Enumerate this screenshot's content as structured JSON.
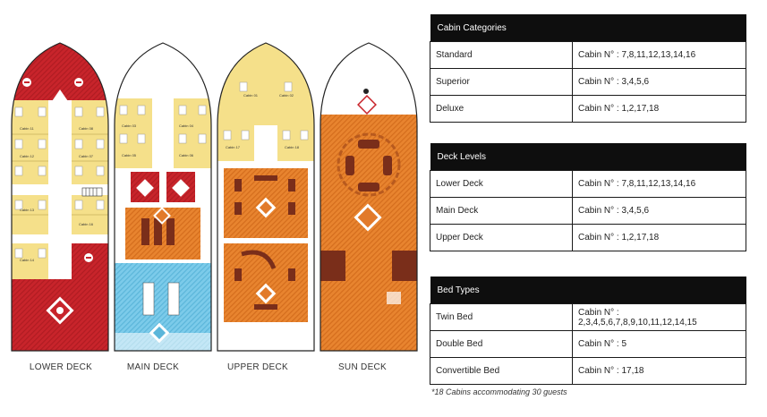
{
  "decks": [
    {
      "id": "lower",
      "label": "LOWER DECK"
    },
    {
      "id": "main",
      "label": "MAIN DECK"
    },
    {
      "id": "upper",
      "label": "UPPER DECK"
    },
    {
      "id": "sun",
      "label": "SUN DECK"
    }
  ],
  "cabin_labels": {
    "lower": [
      "Cabin 11",
      "Cabin 12",
      "Cabin 13",
      "Cabin 14",
      "Cabin 16",
      "Cabin 07",
      "Cabin 08"
    ],
    "main": [
      "Cabin 03",
      "Cabin 04",
      "Cabin 05",
      "Cabin 06"
    ],
    "upper": [
      "Cabin 01",
      "Cabin 02",
      "Cabin 17",
      "Cabin 18"
    ]
  },
  "tables": [
    {
      "header": "Cabin Categories",
      "rows": [
        {
          "label": "Standard",
          "value": "Cabin N° : 7,8,11,12,13,14,16"
        },
        {
          "label": "Superior",
          "value": "Cabin N° : 3,4,5,6"
        },
        {
          "label": "Deluxe",
          "value": "Cabin N° : 1,2,17,18"
        }
      ]
    },
    {
      "header": "Deck Levels",
      "rows": [
        {
          "label": "Lower Deck",
          "value": "Cabin N° : 7,8,11,12,13,14,16"
        },
        {
          "label": "Main Deck",
          "value": "Cabin N° : 3,4,5,6"
        },
        {
          "label": "Upper Deck",
          "value": "Cabin N° : 1,2,17,18"
        }
      ]
    },
    {
      "header": "Bed Types",
      "rows": [
        {
          "label": "Twin Bed",
          "value": "Cabin N° : 2,3,4,5,6,7,8,9,10,11,12,14,15"
        },
        {
          "label": "Double Bed",
          "value": "Cabin N° : 5"
        },
        {
          "label": "Convertible Bed",
          "value": "Cabin N° : 17,18"
        }
      ]
    }
  ],
  "footnote": "*18 Cabins accommodating 30 guests",
  "colors": {
    "red": "#c8242b",
    "cabin_yellow": "#f5e08a",
    "orange": "#e27a2a",
    "brown": "#7a2e1a",
    "blue": "#6fc6e8",
    "corridor": "#ffffff",
    "hull_outline": "#222222"
  }
}
